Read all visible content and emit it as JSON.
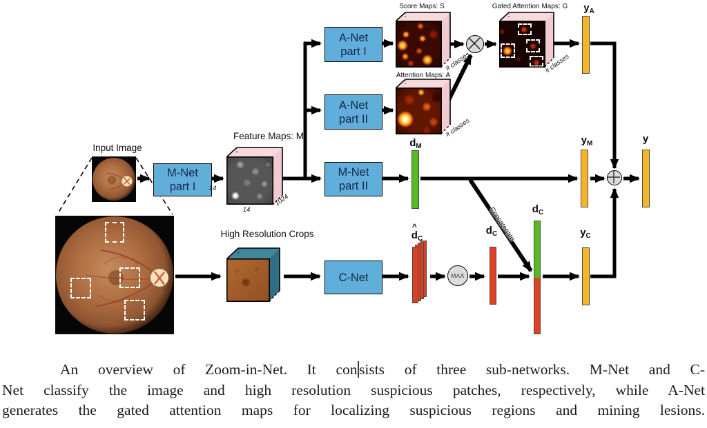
{
  "diagram": {
    "labels": {
      "input_image": "Input Image",
      "feature_maps": "Feature Maps: M",
      "high_res_crops": "High Resolution Crops",
      "score_maps": "Score Maps: S",
      "attention_maps": "Attention Maps: A",
      "gated_attention_maps": "Gated Attention Maps: G",
      "num_classes": "# classes",
      "concatenate": "Concatenate",
      "max": "MAX",
      "dim_14_left": "14",
      "dim_14_bottom": "14",
      "dim_1024": "1024"
    },
    "boxes": [
      {
        "id": "mnet-part1",
        "line1": "M-Net",
        "line2": "part I"
      },
      {
        "id": "anet-part1",
        "line1": "A-Net",
        "line2": "part I"
      },
      {
        "id": "anet-part2",
        "line1": "A-Net",
        "line2": "part II"
      },
      {
        "id": "mnet-part2",
        "line1": "M-Net",
        "line2": "part II"
      },
      {
        "id": "cnet",
        "line1": "C-Net",
        "line2": ""
      }
    ],
    "vectors": {
      "d_M": {
        "main": "d",
        "sub": "M"
      },
      "d_C_hat": {
        "hat": "^",
        "main": "d",
        "sub": "C"
      },
      "d_C_mid": {
        "main": "d",
        "sub": "C"
      },
      "d_C_tall": {
        "main": "d",
        "sub": "C"
      },
      "y_A": {
        "main": "y",
        "sub": "A"
      },
      "y_M": {
        "main": "y",
        "sub": "M"
      },
      "y_C": {
        "main": "y",
        "sub": "C"
      },
      "y_final": {
        "main": "y",
        "sub": ""
      }
    },
    "colors": {
      "blue_box": "#61AEDB",
      "box_text": "#14284B",
      "green": "#54BC22",
      "red": "#DF4023",
      "yellow": "#F5B528",
      "pink_top": "#F9DADC",
      "pink_side": "#F2CBD1",
      "teal_top": "#418699",
      "teal_side": "#326F85",
      "circle_fill": "#DCDCDC"
    }
  },
  "caption": {
    "line1a": "An overview of Zoom-in-Net. It con",
    "line1b": "sists of three sub-networks. M-Net and C-",
    "line2": "Net classify the image and high resolution suspicious patches, respectively, while A-Net",
    "line3": "generates the gated attention maps for localizing suspicious regions and mining lesions."
  }
}
